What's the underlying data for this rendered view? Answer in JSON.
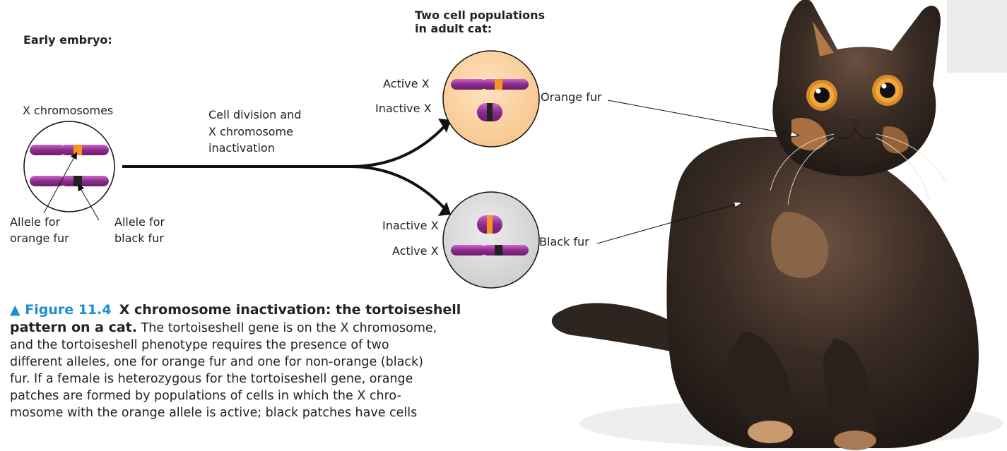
{
  "labels": {
    "early_embryo": "Early embryo:",
    "two_populations_line1": "Two cell populations",
    "two_populations_line2": "in adult cat:",
    "x_chromosomes": "X chromosomes",
    "cell_division_line1": "Cell division and",
    "cell_division_line2": "X chromosome",
    "cell_division_line3": "inactivation",
    "allele_orange_line1": "Allele for",
    "allele_orange_line2": "orange fur",
    "allele_black_line1": "Allele for",
    "allele_black_line2": "black fur",
    "top_active_x": "Active X",
    "top_inactive_x": "Inactive X",
    "bottom_inactive_x": "Inactive X",
    "bottom_active_x": "Active X",
    "orange_fur": "Orange fur",
    "black_fur": "Black fur"
  },
  "caption": {
    "figure_label": "▲ Figure 11.4",
    "title_line1": "X chromosome inactivation: the tortoiseshell",
    "title_line2": "pattern on a cat.",
    "body_line1": "The tortoiseshell gene is on the X chromosome,",
    "body_line2": "and the tortoiseshell phenotype requires the presence of two",
    "body_line3": "different alleles, one for orange fur and one for non-orange (black)",
    "body_line4": "fur. If a female is heterozygous for the tortoiseshell gene, orange",
    "body_line5": "patches are formed by populations of cells in which the X chro-",
    "body_line6": "mosome with the orange allele is active; black patches have cells"
  },
  "colors": {
    "chromosome": "#8e2b8e",
    "orange_band": "#f7941d",
    "black_band": "#222222",
    "orange_cell": "#fcd7a8",
    "gray_cell": "#d9d9d9",
    "figure_blue": "#1b8fcf"
  }
}
